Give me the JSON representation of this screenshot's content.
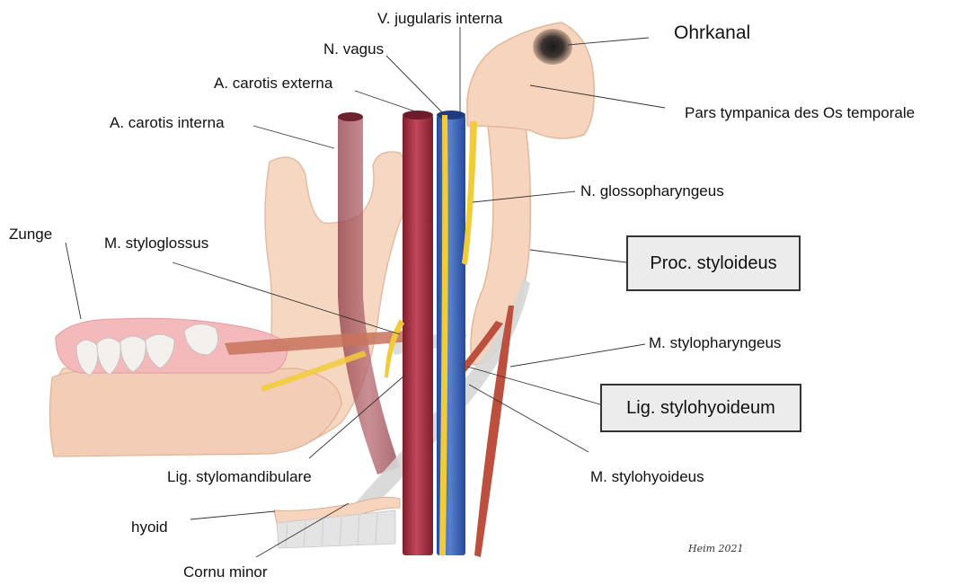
{
  "labels": {
    "v_jugularis_interna": "V. jugularis interna",
    "n_vagus": "N. vagus",
    "a_carotis_externa": "A. carotis externa",
    "a_carotis_interna": "A. carotis interna",
    "ohrkanal": "Ohrkanal",
    "pars_tympanica": "Pars tympanica des Os temporale",
    "n_glossopharyngeus": "N. glossopharyngeus",
    "zunge": "Zunge",
    "m_styloglossus": "M. styloglossus",
    "proc_styloideus": "Proc. styloideus",
    "m_stylopharyngeus": "M. stylopharyngeus",
    "lig_stylohyoideum": "Lig. stylohyoideum",
    "lig_stylomandibulare": "Lig. stylomandibulare",
    "m_stylohyoideus": "M. stylohyoideus",
    "hyoid": "hyoid",
    "cornu_minor": "Cornu minor"
  },
  "signature": "Heim 2021",
  "colors": {
    "bone": "#f6d4bd",
    "bone_edge": "#e2b79c",
    "artery": "#b0384a",
    "artery_dark": "#7e1e2f",
    "vein": "#3f63b6",
    "nerve": "#f0cc3a",
    "muscle": "#bd4f3e",
    "ligament": "#d6d6d6",
    "gum": "#f3b9bb",
    "tooth": "#f4f0ee"
  }
}
